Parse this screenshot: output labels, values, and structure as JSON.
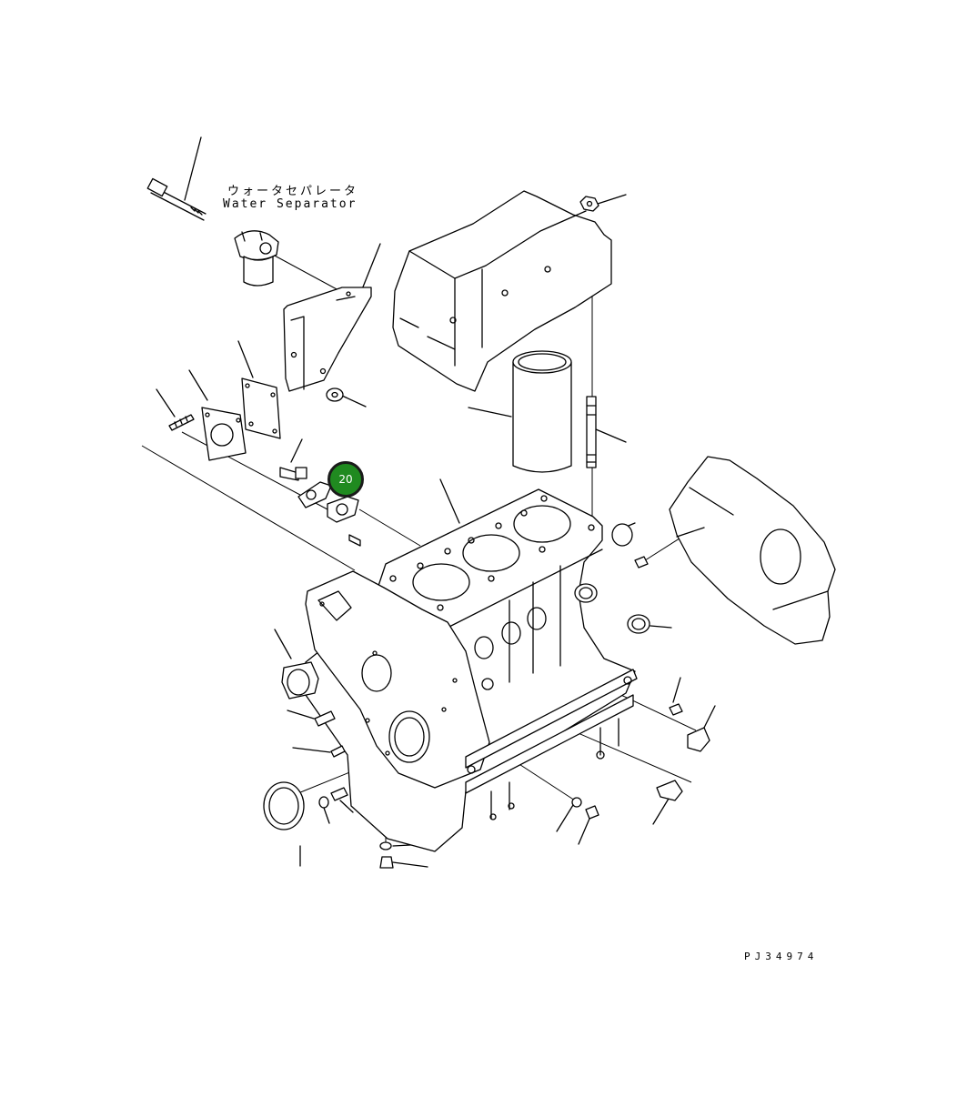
{
  "labels": {
    "water_separator_jp": "ウォータセパレータ",
    "water_separator_en": "Water Separator"
  },
  "drawing_code": "PJ34974",
  "callout": {
    "number": "20",
    "color": "#208a20"
  }
}
